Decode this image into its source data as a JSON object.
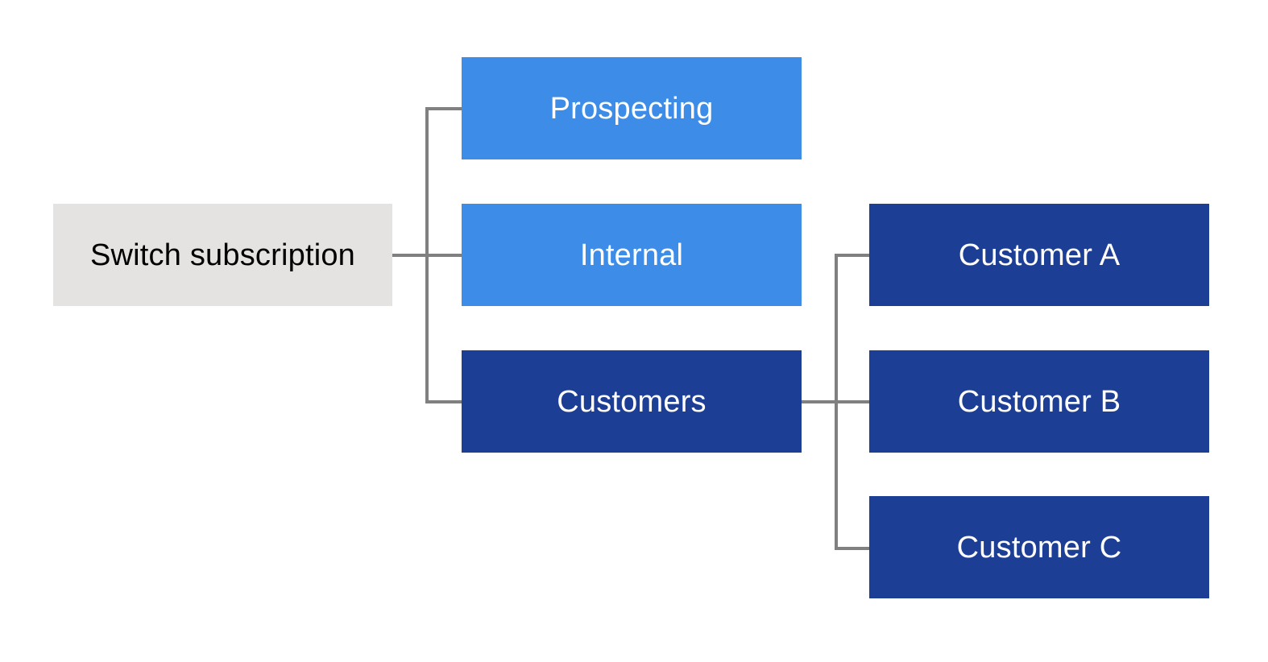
{
  "diagram": {
    "root": {
      "label": "Switch subscription"
    },
    "level1": [
      {
        "id": "prospecting",
        "label": "Prospecting",
        "variant": "light"
      },
      {
        "id": "internal",
        "label": "Internal",
        "variant": "light"
      },
      {
        "id": "customers",
        "label": "Customers",
        "variant": "dark"
      }
    ],
    "level2": [
      {
        "id": "customer-a",
        "label": "Customer A",
        "variant": "dark"
      },
      {
        "id": "customer-b",
        "label": "Customer B",
        "variant": "dark"
      },
      {
        "id": "customer-c",
        "label": "Customer C",
        "variant": "dark"
      }
    ]
  },
  "colors": {
    "background": "#ffffff",
    "root_bg": "#e4e3e1",
    "root_text": "#000000",
    "light_blue": "#3d8ce8",
    "dark_blue": "#1c3e94",
    "node_text": "#ffffff",
    "connector": "#808080"
  }
}
